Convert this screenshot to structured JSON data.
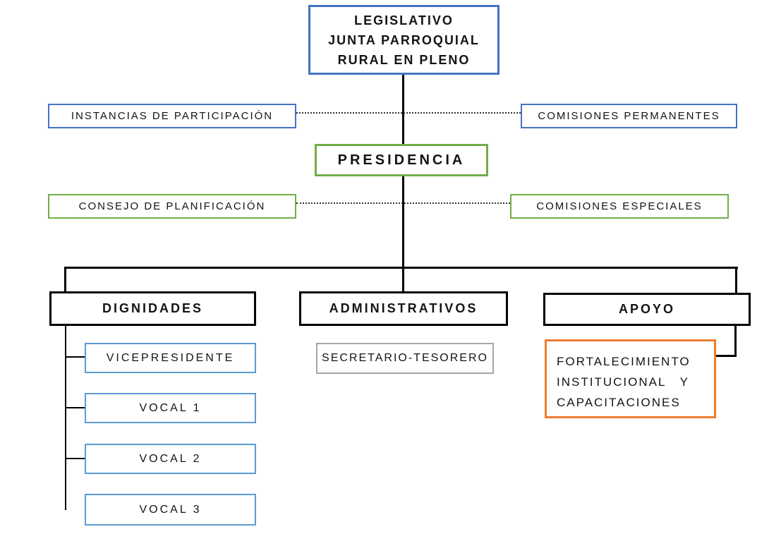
{
  "title": "Organigrama GAD Parroquial Rural",
  "colors": {
    "blue": "#4472C4",
    "green": "#70AD47",
    "light_blue": "#5B9BD5",
    "orange": "#ED7D31",
    "gray": "#A6A6A6",
    "line_black": "#000000",
    "dotted_line": "#333333"
  },
  "nodes": {
    "legislativo": {
      "lines": {
        "l1": "LEGISLATIVO",
        "l2": "JUNTA PARROQUIAL",
        "l3": "RURAL EN PLENO"
      }
    },
    "instancias_participacion": {
      "label": "INSTANCIAS DE PARTICIPACIÓN"
    },
    "comisiones_permanentes": {
      "label": "COMISIONES PERMANENTES"
    },
    "presidencia": {
      "label": "PRESIDENCIA"
    },
    "consejo_planificacion": {
      "label": "CONSEJO DE PLANIFICACIÓN"
    },
    "comisiones_especiales": {
      "label": "COMISIONES ESPECIALES"
    },
    "dignidades": {
      "label": "DIGNIDADES"
    },
    "administrativos": {
      "label": "ADMINISTRATIVOS"
    },
    "apoyo": {
      "label": "APOYO"
    },
    "vicepresidente": {
      "label": "VICEPRESIDENTE"
    },
    "vocal1": {
      "label": "VOCAL 1"
    },
    "vocal2": {
      "label": "VOCAL 2"
    },
    "vocal3": {
      "label": "VOCAL 3"
    },
    "secretario_tesorero": {
      "label": "SECRETARIO-TESORERO"
    },
    "fortalecimiento": {
      "lines": {
        "l1": "FORTALECIMIENTO",
        "l2": "INSTITUCIONAL   Y",
        "l3": "CAPACITACIONES"
      }
    }
  },
  "hierarchy": {
    "root": "LEGISLATIVO JUNTA PARROQUIAL RURAL EN PLENO",
    "root_advisors_dotted": [
      "INSTANCIAS DE PARTICIPACIÓN",
      "COMISIONES PERMANENTES"
    ],
    "level2": "PRESIDENCIA",
    "level2_advisors_dotted": [
      "CONSEJO DE PLANIFICACIÓN",
      "COMISIONES ESPECIALES"
    ],
    "level3": [
      "DIGNIDADES",
      "ADMINISTRATIVOS",
      "APOYO"
    ],
    "dignidades_children": [
      "VICEPRESIDENTE",
      "VOCAL 1",
      "VOCAL 2",
      "VOCAL 3"
    ],
    "administrativos_children": [
      "SECRETARIO-TESORERO"
    ],
    "apoyo_children": [
      "FORTALECIMIENTO INSTITUCIONAL Y CAPACITACIONES"
    ]
  }
}
